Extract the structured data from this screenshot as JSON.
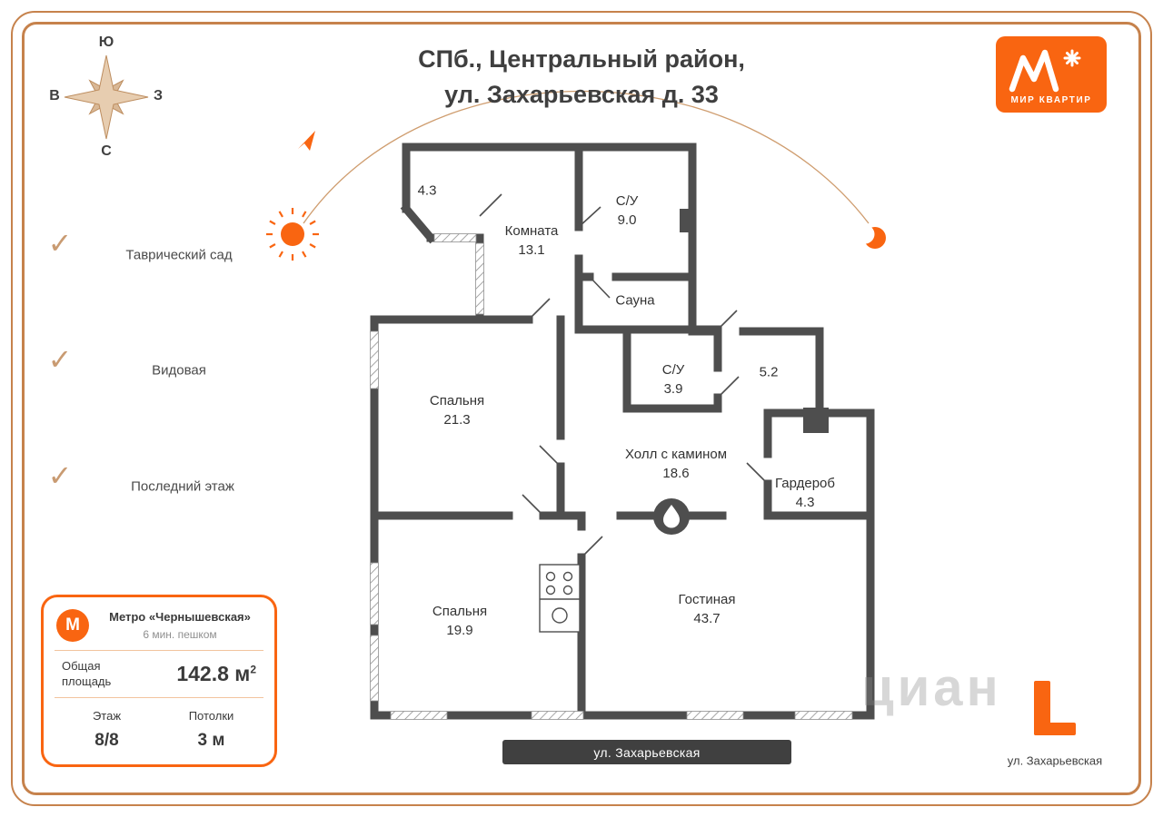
{
  "title": {
    "line1": "СПб., Центральный район,",
    "line2": "ул. Захарьевская д. 33"
  },
  "compass": {
    "top": "Ю",
    "left": "В",
    "right": "З",
    "bottom": "С"
  },
  "brand": {
    "caption": "МИР КВАРТИР"
  },
  "icons": {
    "check": "✓",
    "metro": "М"
  },
  "features": [
    {
      "label": "Таврический сад"
    },
    {
      "label": "Видовая"
    },
    {
      "label": "Последний этаж"
    }
  ],
  "rooms": [
    {
      "name": "",
      "area": "4.3"
    },
    {
      "name": "Комната",
      "area": "13.1"
    },
    {
      "name": "С/У",
      "area": "9.0"
    },
    {
      "name": "Сауна",
      "area": ""
    },
    {
      "name": "Спальня",
      "area": "21.3"
    },
    {
      "name": "С/У",
      "area": "3.9"
    },
    {
      "name": "",
      "area": "5.2"
    },
    {
      "name": "Холл с камином",
      "area": "18.6"
    },
    {
      "name": "Гардероб",
      "area": "4.3"
    },
    {
      "name": "Спальня",
      "area": "19.9"
    },
    {
      "name": "Гостиная",
      "area": "43.7"
    }
  ],
  "street_bar": {
    "label": "ул. Захарьевская"
  },
  "info_card": {
    "metro_name": "Метро «Чернышевская»",
    "metro_walk": "6 мин. пешком",
    "area_label_1": "Общая",
    "area_label_2": "площадь",
    "area_value": "142.8 м",
    "area_sup": "2",
    "floor_label": "Этаж",
    "floor_value": "8/8",
    "ceiling_label": "Потолки",
    "ceiling_value": "3 м"
  },
  "watermark": {
    "brand": "циан",
    "street": "ул. Захарьевская"
  },
  "colors": {
    "accent": "#f96511",
    "frame": "#c6824c",
    "walls": "#4e4e4e"
  }
}
